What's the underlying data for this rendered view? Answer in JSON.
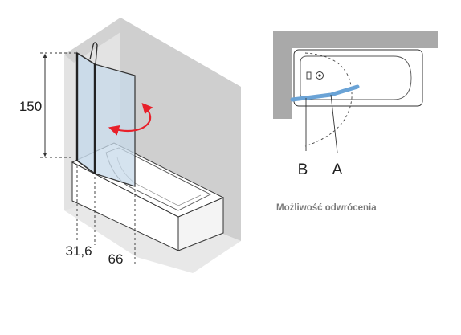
{
  "left_view": {
    "height_label": "150",
    "fixed_panel_width_label": "31,6",
    "total_width_label": "66"
  },
  "plan_view": {
    "position_b_label": "B",
    "position_a_label": "A",
    "caption": "Możliwość odwrócenia"
  },
  "colors": {
    "wall_side": "#e3e3e3",
    "wall_top": "#c8c8c8",
    "plan_wall": "#a9a9a9",
    "glass_panel": "#c7d9ea",
    "screen_plan": "#6aa3d6",
    "rotation_arrow": "#e8202a",
    "line": "#333333",
    "caption": "#7a7a7a"
  }
}
